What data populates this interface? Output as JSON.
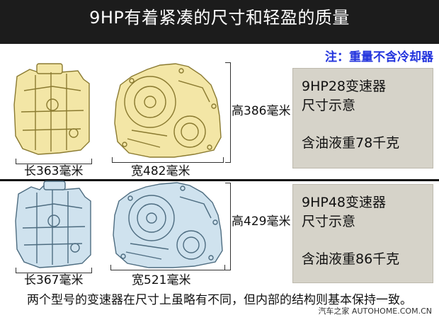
{
  "title": "9HP有着紧凑的尺寸和轻盈的质量",
  "note": "注：重量不含冷却器",
  "top": {
    "length_label": "长363毫米",
    "width_label": "宽482毫米",
    "height_label": "高386毫米",
    "model": "9HP28变速器",
    "subtitle": "尺寸示意",
    "weight": "含油液重78千克",
    "color": "#f3e6a6",
    "stroke": "#8a7a30"
  },
  "bottom": {
    "length_label": "长367毫米",
    "width_label": "宽521毫米",
    "height_label": "高429毫米",
    "model": "9HP48变速器",
    "subtitle": "尺寸示意",
    "weight": "含油液重86千克",
    "color": "#cfe2ee",
    "stroke": "#4d6c80"
  },
  "caption": "两个型号的变速器在尺寸上虽略有不同，但内部的结构则基本保持一致。",
  "watermark": "汽车之家 AUTOHOME.COM.CN"
}
